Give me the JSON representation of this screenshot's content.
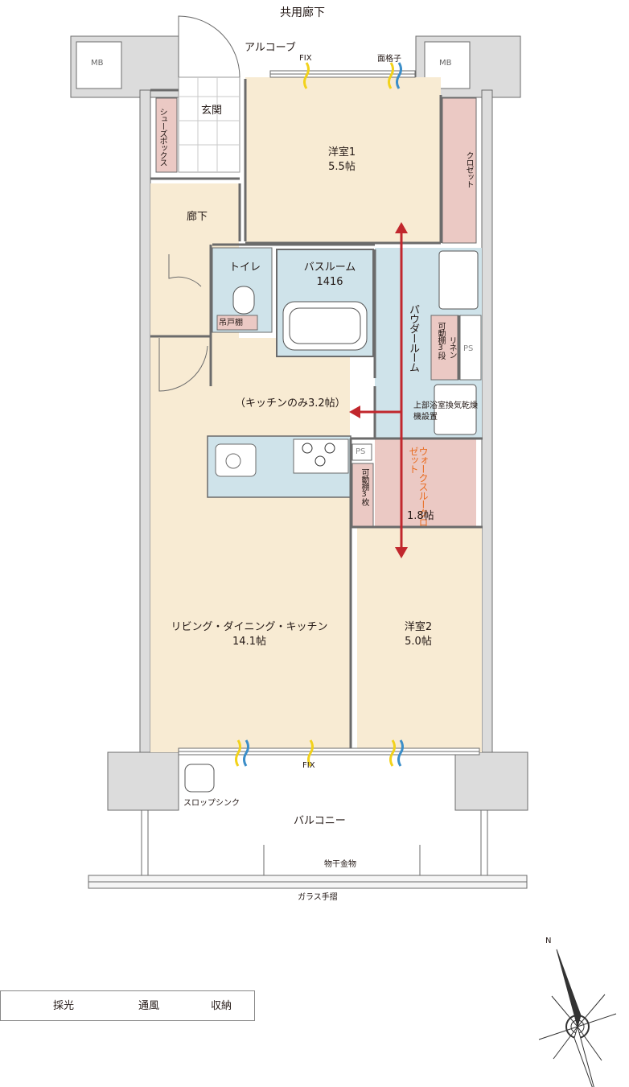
{
  "labels": {
    "corridor_top": "共用廊下",
    "alcove": "アルコーブ",
    "fix_top": "FIX",
    "grille": "面格子",
    "mb_left": "MB",
    "mb_right": "MB",
    "entrance": "玄関",
    "shoe_box": "シューズボックス",
    "hallway": "廊下",
    "bedroom1_name": "洋室1",
    "bedroom1_size": "5.5帖",
    "closet": "クロゼット",
    "toilet": "トイレ",
    "hanging_shelf": "吊戸棚",
    "bathroom_name": "バスルーム",
    "bathroom_size": "1416",
    "powder_room": "パウダールーム",
    "adjustable_shelf_3": "可動棚3段",
    "linen": "リネン",
    "ps_upper": "PS",
    "dryer": "上部浴室換気乾燥機設置",
    "kitchen_only": "（キッチンのみ3.2帖）",
    "ps_lower": "PS",
    "adjustable_shelf_3b": "可動棚3枚",
    "walk_through_closet": "ウォークスルークロゼット",
    "wtc_size": "1.8帖",
    "ldk_name": "リビング・ダイニング・キッチン",
    "ldk_size": "14.1帖",
    "bedroom2_name": "洋室2",
    "bedroom2_size": "5.0帖",
    "fix_bottom": "FIX",
    "slop_sink": "スロップシンク",
    "balcony": "バルコニー",
    "clothes_hanger": "物干金物",
    "glass_railing": "ガラス手摺",
    "north": "N"
  },
  "legend": [
    {
      "label": "採光",
      "color": "#f2d21b"
    },
    {
      "label": "通風",
      "color": "#3b8ec9"
    },
    {
      "label": "収納",
      "color": "#e8c4bf"
    }
  ],
  "colors": {
    "floor": "#f8ebd3",
    "wet_area": "#cfe3ea",
    "storage": "#ebc9c4",
    "wall": "#6b6b6b",
    "arrow": "#c1272d",
    "closet_text": "#e86b1f"
  }
}
